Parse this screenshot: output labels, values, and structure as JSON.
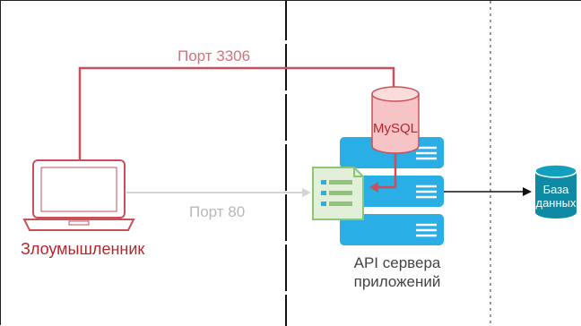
{
  "labels": {
    "port_3306": "Порт 3306",
    "port_80": "Порт 80",
    "attacker": "Злоумышленник",
    "mysql": "MySQL",
    "api_server": "API сервера приложений",
    "database": "База данных"
  },
  "colors": {
    "attack_path": "#c9505a",
    "attacker_text": "#b5252b",
    "server_blue": "#29aee6",
    "db_teal": "#0f8aa5",
    "doc_green": "#8dc47a",
    "legit_path": "#d0d0d0"
  },
  "icons": {
    "attacker": "laptop-icon",
    "mysql": "cylinder-db-icon",
    "server": "server-rack-icon",
    "api": "document-icon",
    "database": "cylinder-db-icon"
  }
}
